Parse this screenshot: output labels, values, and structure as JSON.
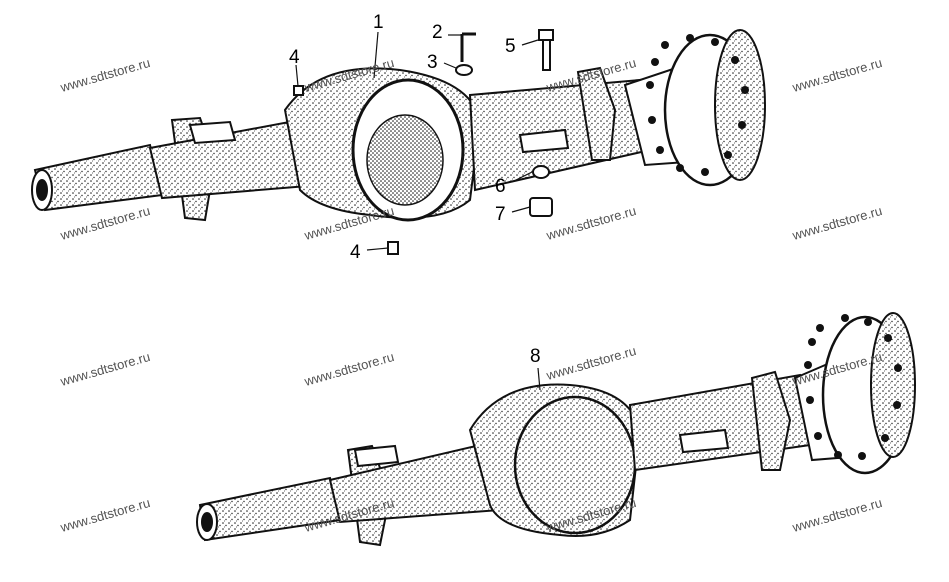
{
  "watermark": {
    "text": "www.sdtstore.ru",
    "color": "#555555"
  },
  "callouts": {
    "c1": "1",
    "c2": "2",
    "c3": "3",
    "c4a": "4",
    "c4b": "4",
    "c5": "5",
    "c6": "6",
    "c7": "7",
    "c8": "8"
  },
  "colors": {
    "ink": "#111111",
    "paper": "#ffffff"
  }
}
